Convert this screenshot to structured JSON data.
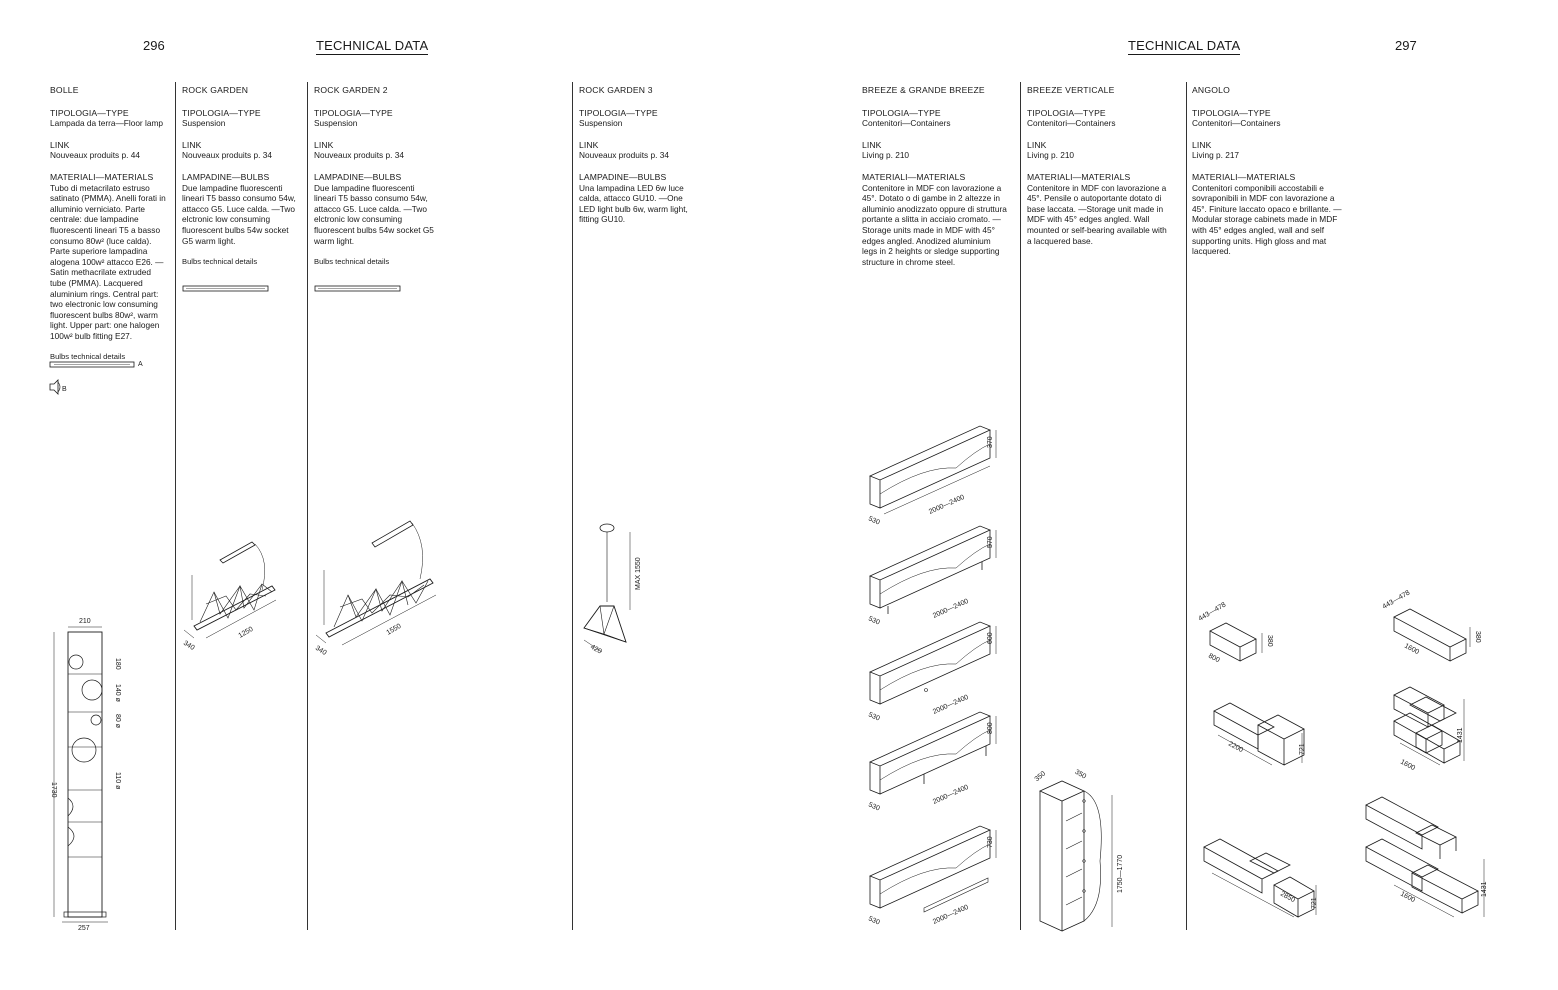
{
  "left_page": {
    "number": "296",
    "running_head": "TECHNICAL DATA"
  },
  "right_page": {
    "number": "297",
    "running_head": "TECHNICAL DATA"
  },
  "columns": [
    {
      "name": "BOLLE",
      "type_label": "TIPOLOGIA—TYPE",
      "type_value": "Lampada da terra—Floor lamp",
      "link_label": "LINK",
      "link_value": "Nouveaux produits p. 44",
      "extra_label": "MATERIALI—MATERIALS",
      "extra_text": "Tubo di metacrilato estruso satinato (PMMA). Anelli forati in alluminio verniciato. Parte centrale: due lampadine fluorescenti lineari T5 a basso consumo 80w² (luce calda). Parte superiore lampadina alogena 100w² attacco E26. —Satin methacrilate extruded tube (PMMA). Lacquered aluminium rings. Central part: two electronic low consuming fluorescent bulbs 80w², warm light. Upper part: one halogen 100w² bulb fitting E27.",
      "details": "Bulbs technical details",
      "bulb_a": "A",
      "bulb_b": "B",
      "dims": {
        "top": "210",
        "bottom": "257",
        "height": "1730",
        "d1": "180",
        "d2": "140 ø",
        "d3": "80 ø",
        "d4": "110 ø"
      }
    },
    {
      "name": "ROCK GARDEN",
      "type_label": "TIPOLOGIA—TYPE",
      "type_value": "Suspension",
      "link_label": "LINK",
      "link_value": "Nouveaux produits p. 34",
      "extra_label": "LAMPADINE—BULBS",
      "extra_text": "Due lampadine fluorescenti lineari T5 basso consumo 54w, attacco G5. Luce calda. —Two elctronic low consuming fluorescent bulbs 54w socket G5 warm light.",
      "details": "Bulbs technical details",
      "dims": {
        "depth": "340",
        "length": "1250"
      }
    },
    {
      "name": "ROCK GARDEN 2",
      "type_label": "TIPOLOGIA—TYPE",
      "type_value": "Suspension",
      "link_label": "LINK",
      "link_value": "Nouveaux produits p. 34",
      "extra_label": "LAMPADINE—BULBS",
      "extra_text": "Due lampadine fluorescenti lineari T5 basso consumo 54w, attacco G5. Luce calda. —Two elctronic low consuming fluorescent bulbs 54w socket G5 warm light.",
      "details": "Bulbs technical details",
      "dims": {
        "depth": "340",
        "length": "1550"
      }
    },
    {
      "name": "ROCK GARDEN 3",
      "type_label": "TIPOLOGIA—TYPE",
      "type_value": "Suspension",
      "link_label": "LINK",
      "link_value": "Nouveaux produits p. 34",
      "extra_label": "LAMPADINE—BULBS",
      "extra_text": "Una lampadina LED 6w luce calda, attacco GU10. —One LED light bulb 6w, warm light, fitting GU10.",
      "dims": {
        "width": "420",
        "height": "MAX 1550"
      }
    },
    {
      "name": "BREEZE & GRANDE BREEZE",
      "type_label": "TIPOLOGIA—TYPE",
      "type_value": "Contenitori—Containers",
      "link_label": "LINK",
      "link_value": "Living p. 210",
      "extra_label": "MATERIALI—MATERIALS",
      "extra_text": "Contenitore in MDF con lavorazione a 45°. Dotato o di gambe in 2 altezze in alluminio anodizzato oppure di struttura portante a slitta in acciaio cromato. —Storage units made in MDF with 45° edges angled. Anodized aluminium legs in 2 heights or sledge supporting structure in chrome steel.",
      "dims": {
        "depth": "530",
        "width": "2000—2400",
        "h1": "370",
        "h2": "570",
        "h3": "600",
        "h4": "800",
        "h5": "730"
      }
    },
    {
      "name": "BREEZE VERTICALE",
      "type_label": "TIPOLOGIA—TYPE",
      "type_value": "Contenitori—Containers",
      "link_label": "LINK",
      "link_value": "Living p. 210",
      "extra_label": "MATERIALI—MATERIALS",
      "extra_text": "Contenitore in MDF con lavorazione a 45°. Pensile o autoportante dotato di base laccata. —Storage unit made in MDF with 45° edges angled. Wall mounted or self-bearing available with a lacquered base.",
      "dims": {
        "w": "350",
        "d": "350",
        "height": "1750—1770"
      }
    },
    {
      "name": "ANGOLO",
      "type_label": "TIPOLOGIA—TYPE",
      "type_value": "Contenitori—Containers",
      "link_label": "LINK",
      "link_value": "Living p. 217",
      "extra_label": "MATERIALI—MATERIALS",
      "extra_text": "Contenitori componibili accostabili e sovraponibili in MDF con lavorazione a 45°. Finiture laccato opaco e brillante. —Modular storage cabinets made in MDF with 45° edges angled, wall and self supporting units. High gloss and mat lacquered.",
      "dims": {
        "depth": "443—478",
        "w1": "800",
        "w2": "1600",
        "w3": "2200",
        "w4": "2850",
        "h1": "380",
        "h2": "721",
        "h3": "1431"
      }
    }
  ]
}
